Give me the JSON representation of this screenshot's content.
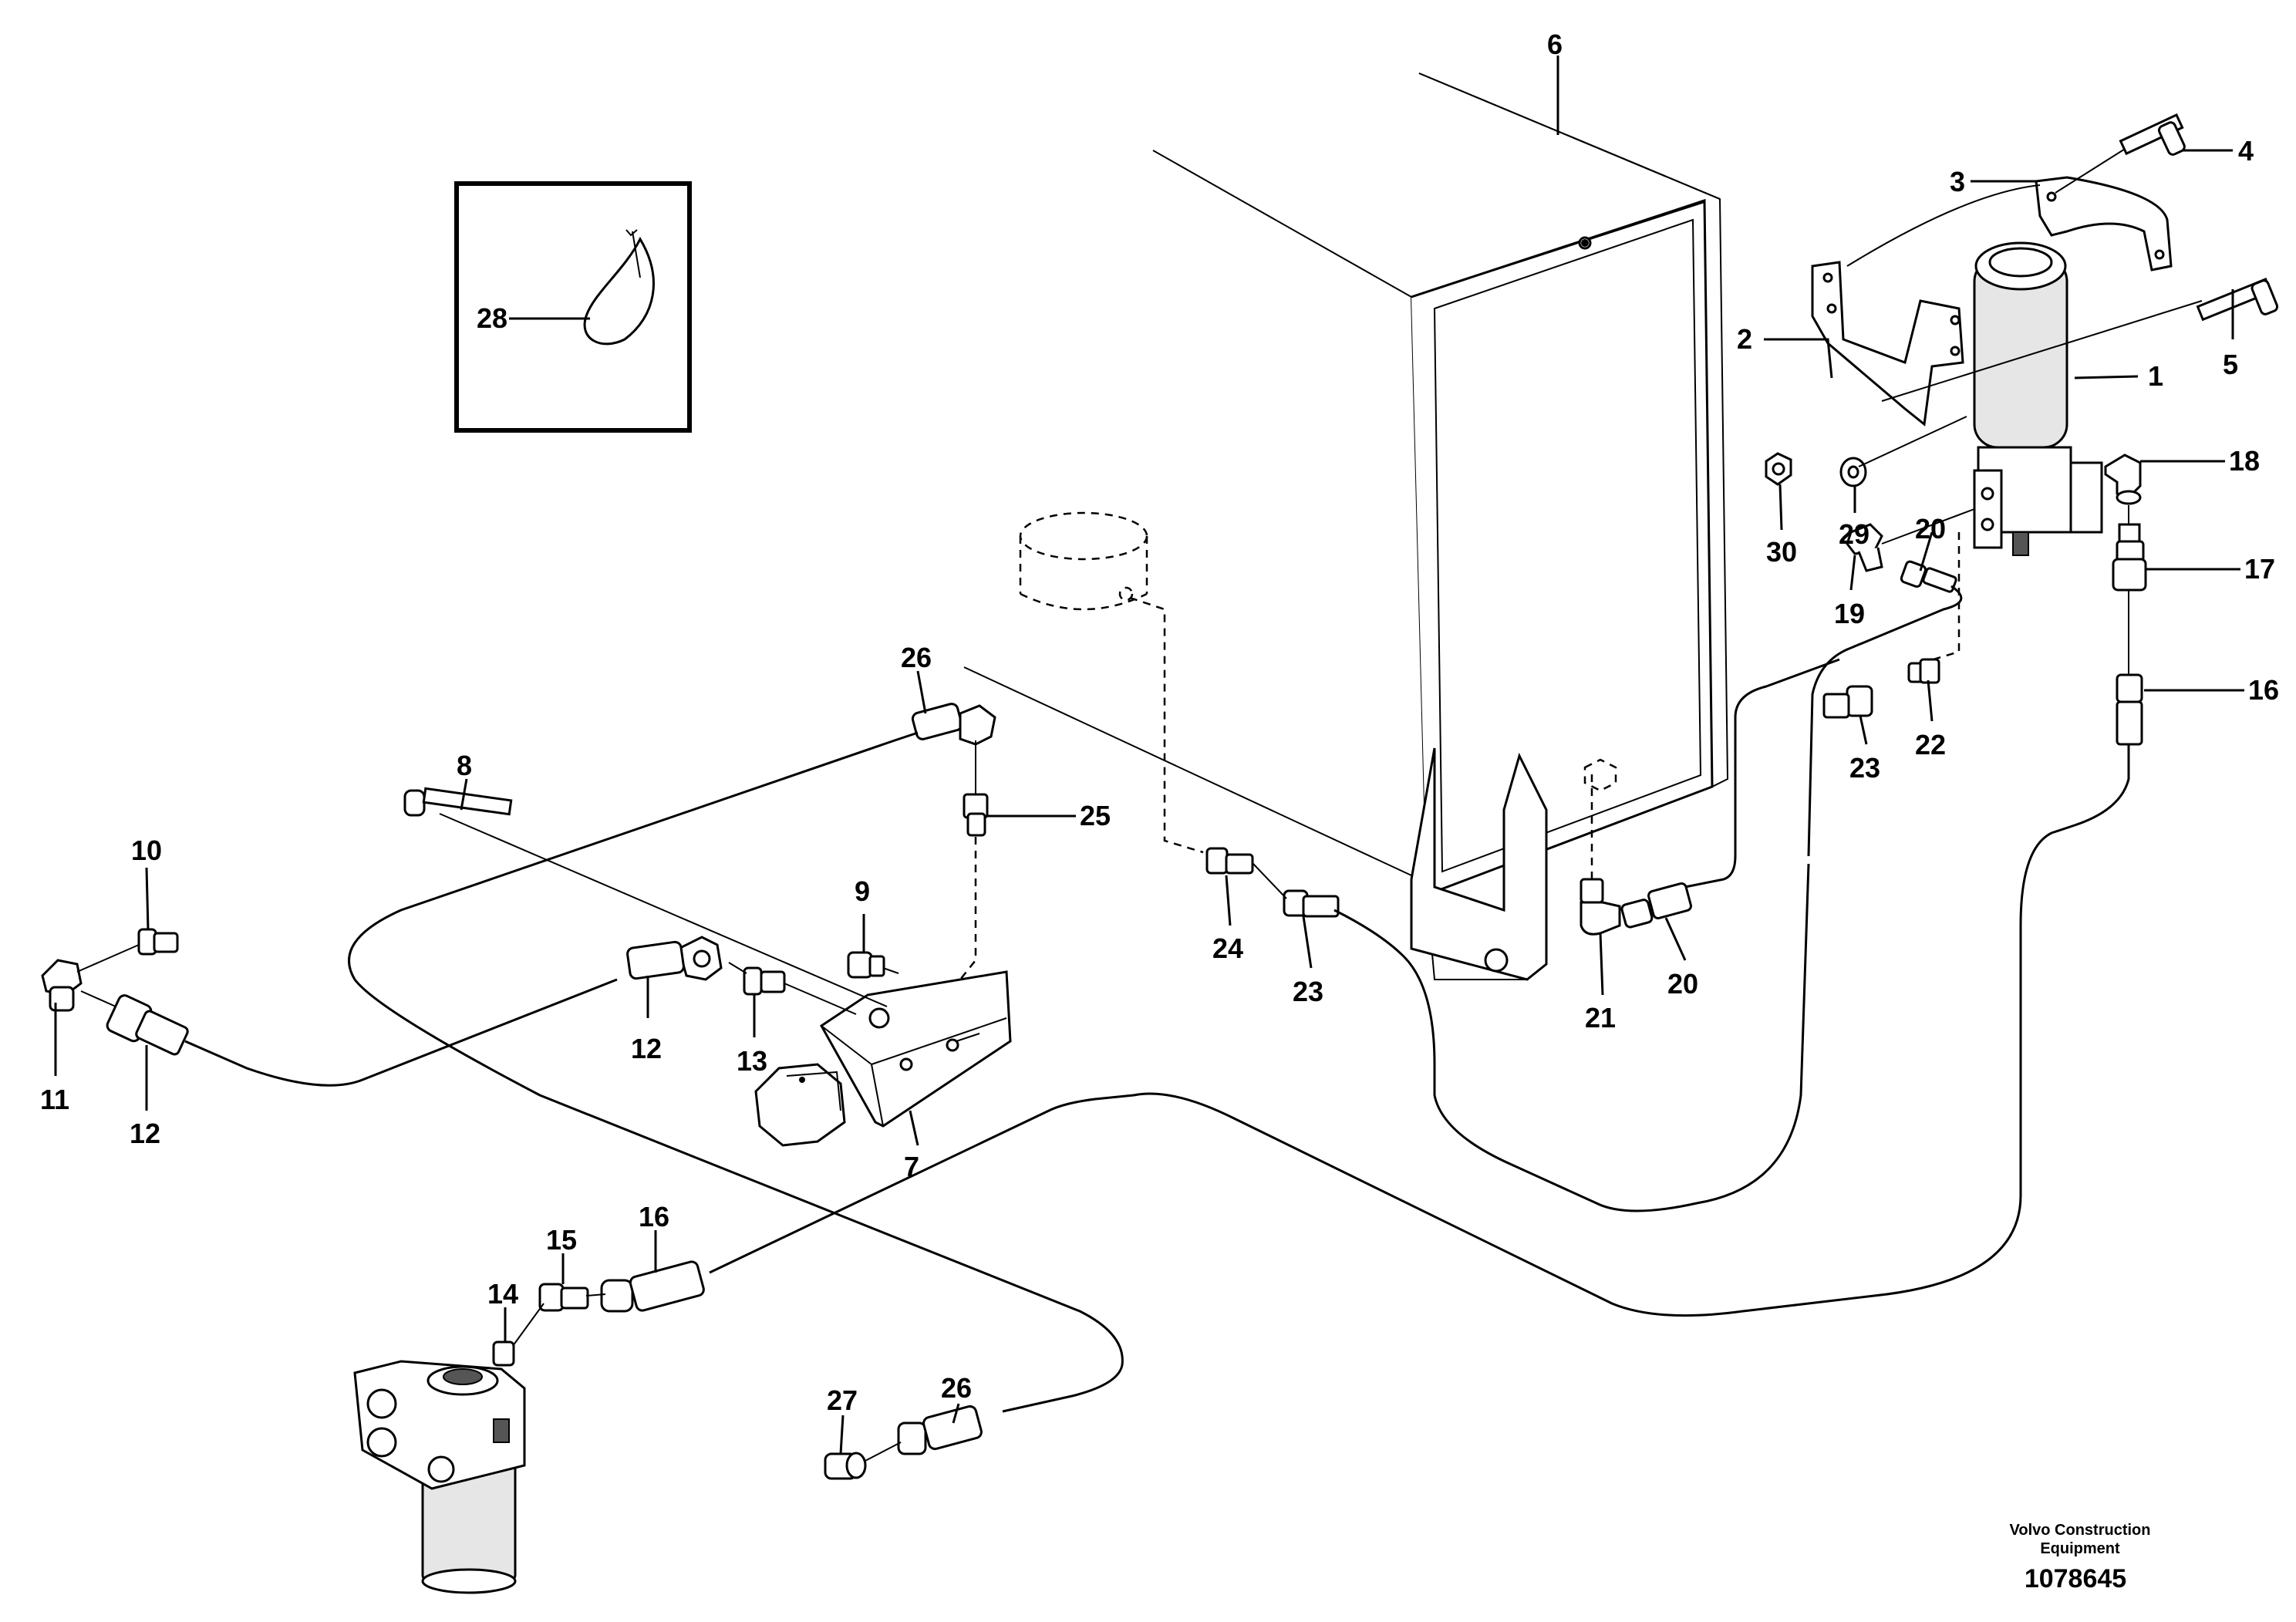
{
  "callouts": {
    "c1": "1",
    "c2": "2",
    "c3": "3",
    "c4": "4",
    "c5": "5",
    "c6": "6",
    "c7": "7",
    "c8": "8",
    "c9": "9",
    "c10": "10",
    "c11": "11",
    "c12a": "12",
    "c12b": "12",
    "c13": "13",
    "c14": "14",
    "c15": "15",
    "c16a": "16",
    "c16b": "16",
    "c17": "17",
    "c18": "18",
    "c19": "19",
    "c20a": "20",
    "c20b": "20",
    "c21": "21",
    "c22": "22",
    "c23a": "23",
    "c23b": "23",
    "c24": "24",
    "c25": "25",
    "c26a": "26",
    "c26b": "26",
    "c27": "27",
    "c28": "28",
    "c29": "29",
    "c30": "30"
  },
  "footer": {
    "company_line1": "Volvo Construction",
    "company_line2": "Equipment",
    "drawing_number": "1078645"
  }
}
